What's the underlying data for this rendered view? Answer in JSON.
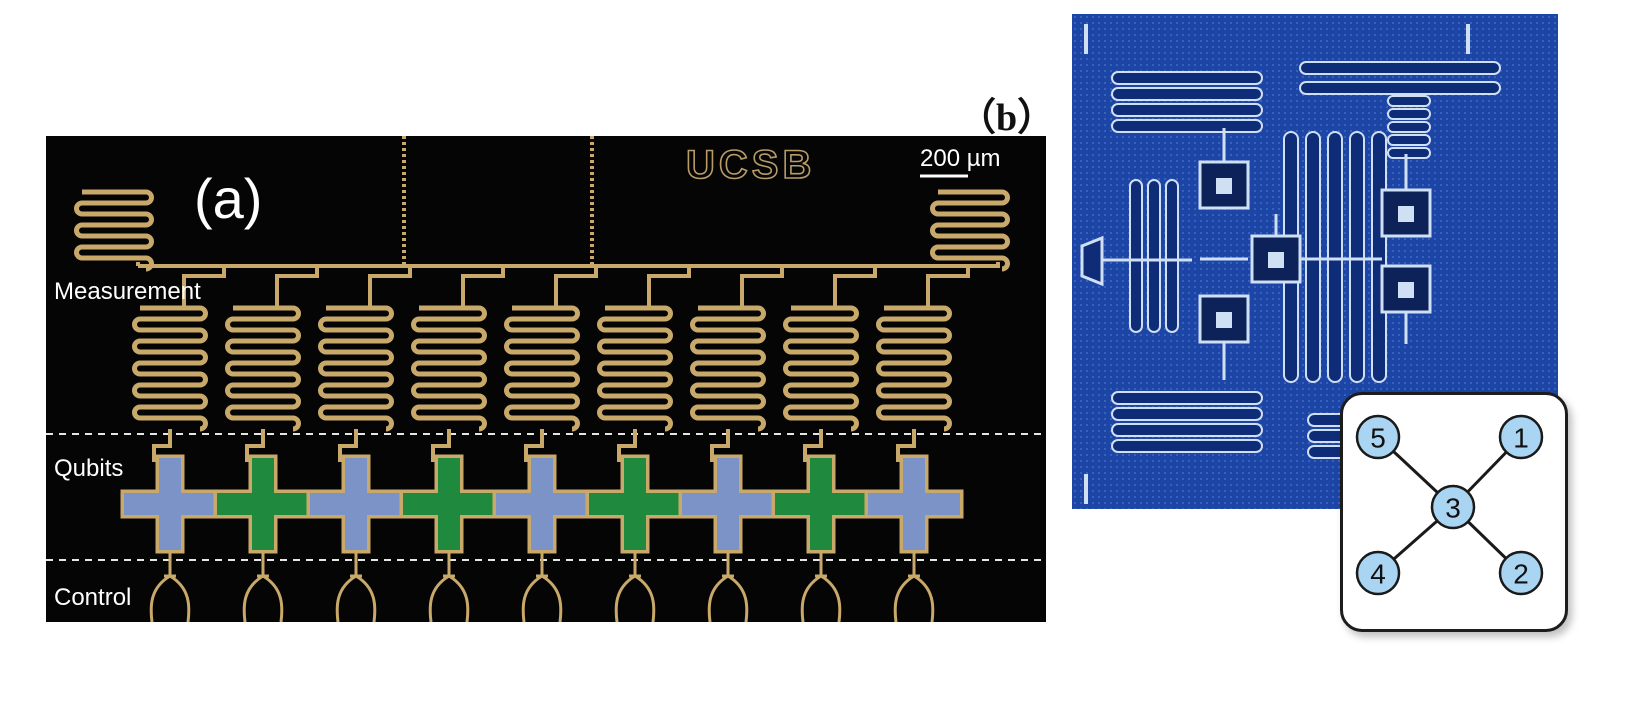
{
  "panel_a": {
    "label": "(a)",
    "logo": "UCSB",
    "scale_bar": "200 µm",
    "row_labels": {
      "measurement": "Measurement",
      "qubits": "Qubits",
      "control": "Control"
    },
    "qubit_colors": [
      "blue",
      "green",
      "blue",
      "green",
      "blue",
      "green",
      "blue",
      "green",
      "blue"
    ],
    "palette": {
      "background": "#050505",
      "wiring": "#c9a96a",
      "qubit_blue": "#7c93c7",
      "qubit_green": "#1f8a3e"
    }
  },
  "panel_b": {
    "label": "（b）",
    "palette": {
      "chip": "#1a3d9a",
      "metal": "#cfe0f5",
      "node_fill": "#a9d4f2"
    },
    "graph": {
      "nodes": [
        "5",
        "1",
        "3",
        "4",
        "2"
      ],
      "edges": [
        [
          "5",
          "3"
        ],
        [
          "1",
          "3"
        ],
        [
          "4",
          "3"
        ],
        [
          "2",
          "3"
        ]
      ]
    }
  }
}
